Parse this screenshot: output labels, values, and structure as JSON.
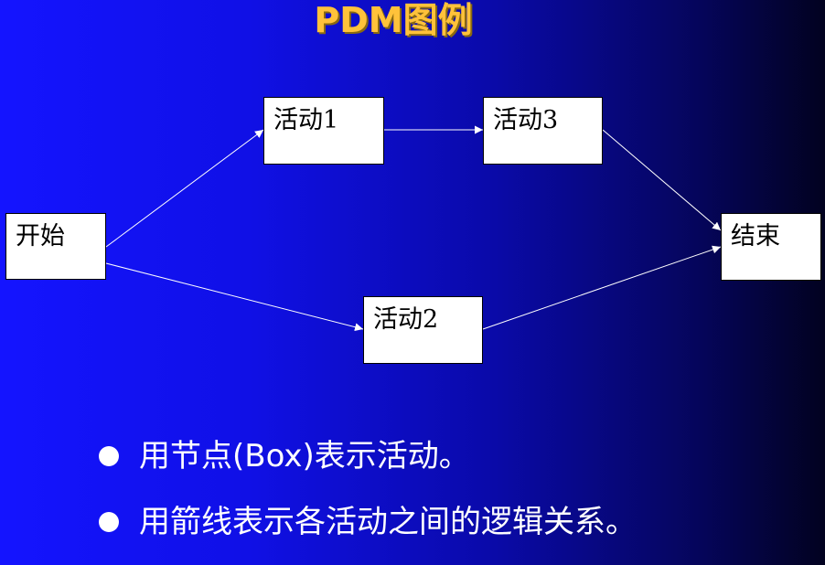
{
  "title": "PDM图例",
  "nodes": {
    "start": "开始",
    "activity1": "活动1",
    "activity2": "活动2",
    "activity3": "活动3",
    "end": "结束"
  },
  "bullets": [
    "用节点(Box)表示活动。",
    "用箭线表示各活动之间的逻辑关系。"
  ],
  "colors": {
    "title": "#ffc23a",
    "arrow": "#ffffff",
    "node_fill": "#ffffff"
  }
}
